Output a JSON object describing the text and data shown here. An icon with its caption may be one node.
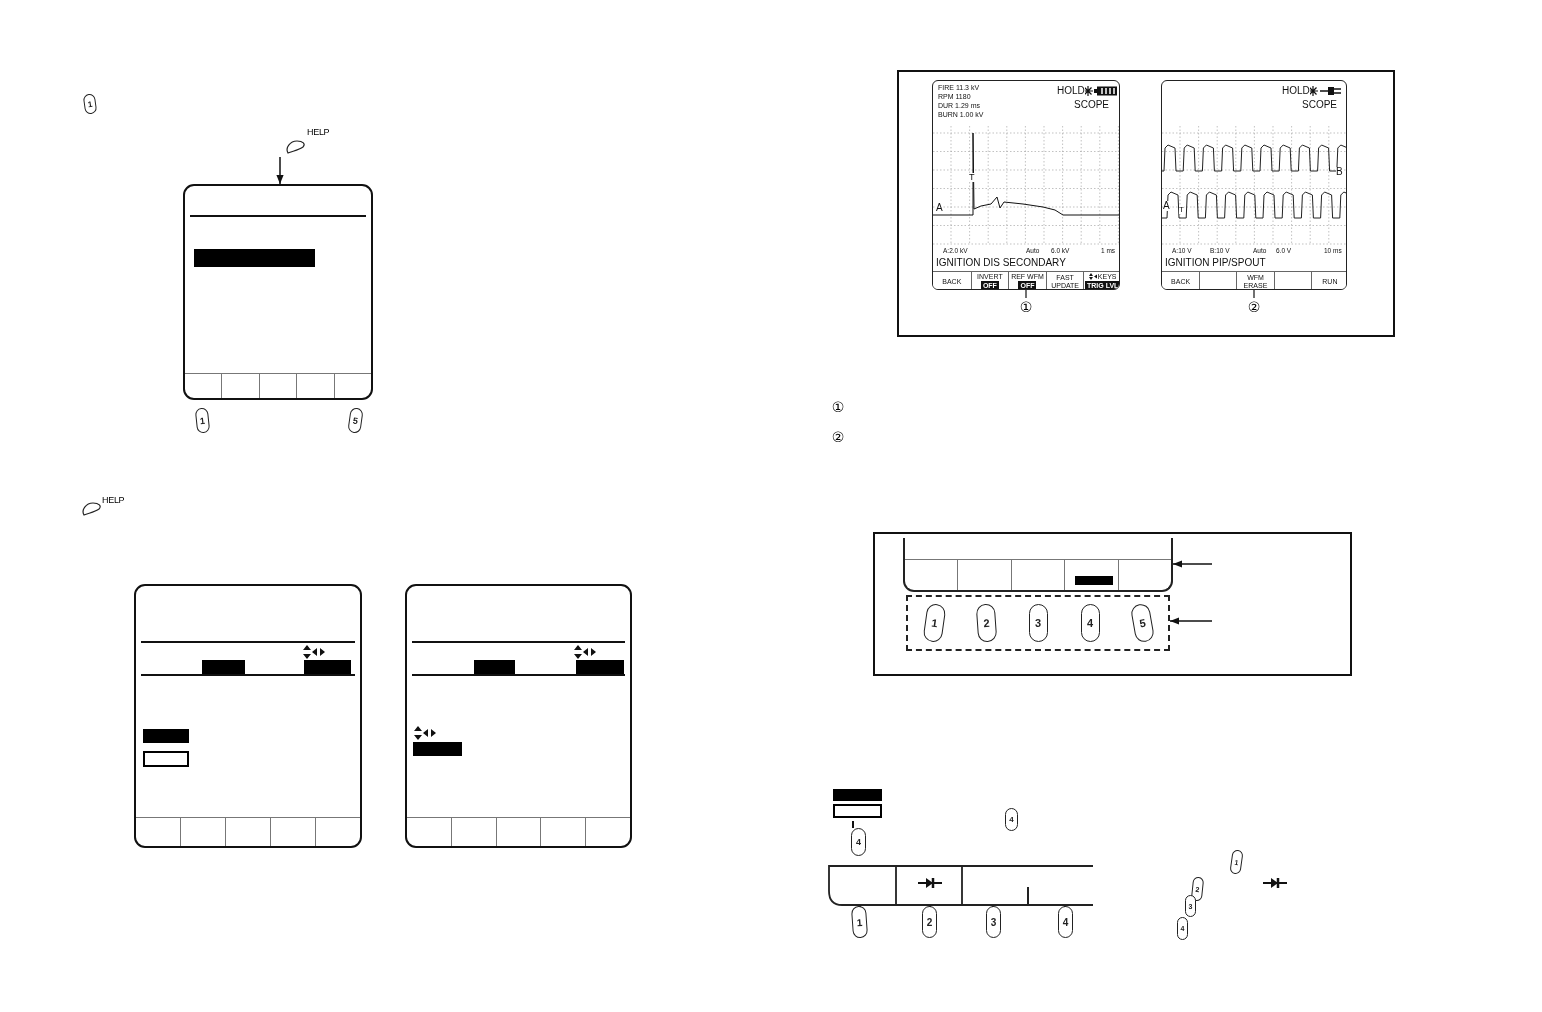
{
  "diagram": {
    "nodes": [
      {
        "text": [
          "HELP"
        ]
      },
      {
        "text": [],
        "shape": "box"
      },
      {
        "text": [],
        "shape": "box"
      },
      {
        "text": [],
        "shape": "box"
      },
      {
        "text": [
          "FIRE 11.3 kV",
          "RPM 1180",
          "DUR 1.29 ms",
          "BURN 1.00 kV",
          "HOLD",
          "SCOPE",
          "T",
          "A",
          "A:2.0 kV",
          "Auto",
          "6.0 kV",
          "1 ms",
          "IGNITION DIS SECONDARY"
        ]
      },
      {
        "text": [
          "BACK"
        ],
        "in": 4
      },
      {
        "text": [
          "INVERT",
          "OFF"
        ],
        "in": 4
      },
      {
        "text": [
          "REF WFM",
          "OFF"
        ],
        "in": 4
      },
      {
        "text": [
          "FAST UPDATE"
        ],
        "in": 4
      },
      {
        "text": [
          "KEYS",
          "TRIG LVL"
        ],
        "in": 4
      },
      {
        "text": [
          "①"
        ]
      },
      {
        "text": [
          "HOLD",
          "SCOPE",
          "B",
          "A",
          "T",
          "A:10 V",
          "B:10 V",
          "Auto",
          "6.0 V",
          "10 ms",
          "IGNITION PIP/SPOUT"
        ]
      },
      {
        "text": [
          "BACK"
        ],
        "in": 11
      },
      {
        "text": [],
        "shape": "box",
        "in": 11
      },
      {
        "text": [
          "WFM ERASE"
        ],
        "in": 11
      },
      {
        "text": [],
        "shape": "box",
        "in": 11
      },
      {
        "text": [
          "RUN"
        ],
        "in": 11
      },
      {
        "text": [
          "②"
        ]
      },
      {
        "text": [],
        "shape": "box"
      },
      {
        "text": [
          "1",
          "2",
          "3",
          "4",
          "5"
        ]
      }
    ],
    "edges": [
      {
        "from": 0,
        "to": 1,
        "arrow": "to"
      },
      {
        "from": 10,
        "to": 7,
        "arrow": "none"
      },
      {
        "from": 17,
        "to": 14,
        "arrow": "none"
      },
      {
        "from": null,
        "to": 18,
        "arrow": "to"
      },
      {
        "from": null,
        "to": 19,
        "arrow": "to"
      }
    ],
    "labels": [
      "1",
      "1",
      "5",
      "HELP",
      "①",
      "②",
      "4",
      "4",
      "1",
      "2",
      "3",
      "4",
      "1",
      "2",
      "3",
      "4"
    ]
  }
}
